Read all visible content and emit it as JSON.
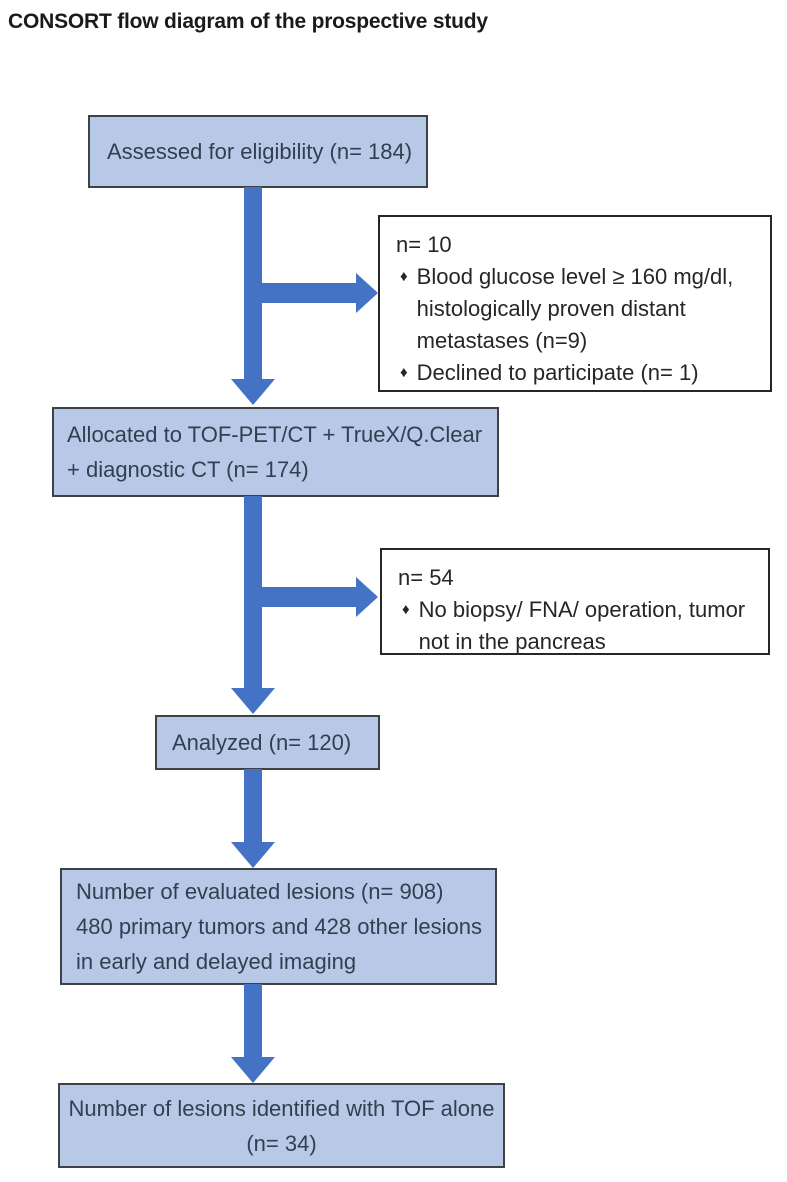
{
  "title": "CONSORT flow diagram of the prospective study",
  "bullet_glyph": "♦",
  "colors": {
    "box_fill": "#b7c9e6",
    "box_border": "#3f4245",
    "arrow_fill": "#4472c4",
    "side_box_fill": "#ffffff",
    "side_box_border": "#262626",
    "box_text": "#333f50",
    "side_text": "#262626",
    "title_text": "#1a1a1a",
    "background": "#ffffff"
  },
  "flow": {
    "assessed": {
      "label": "Assessed for eligibility (n= 184)"
    },
    "excluded1": {
      "n_label": "n= 10",
      "bullets": [
        "Blood glucose level ≥ 160 mg/dl, histologically proven distant metastases (n=9)",
        "Declined to participate (n= 1)"
      ]
    },
    "allocated": {
      "lines": [
        "Allocated to TOF-PET/CT + TrueX/Q.Clear",
        "+ diagnostic CT (n= 174)"
      ]
    },
    "excluded2": {
      "n_label": "n= 54",
      "bullets": [
        "No biopsy/ FNA/ operation, tumor not in the pancreas"
      ]
    },
    "analyzed": {
      "label": "Analyzed (n= 120)"
    },
    "lesions": {
      "lines": [
        "Number of evaluated lesions (n= 908)",
        "480 primary tumors and 428 other lesions",
        "in early and delayed imaging"
      ]
    },
    "tof_alone": {
      "lines": [
        "Number of lesions identified with TOF alone",
        "(n= 34)"
      ]
    }
  }
}
